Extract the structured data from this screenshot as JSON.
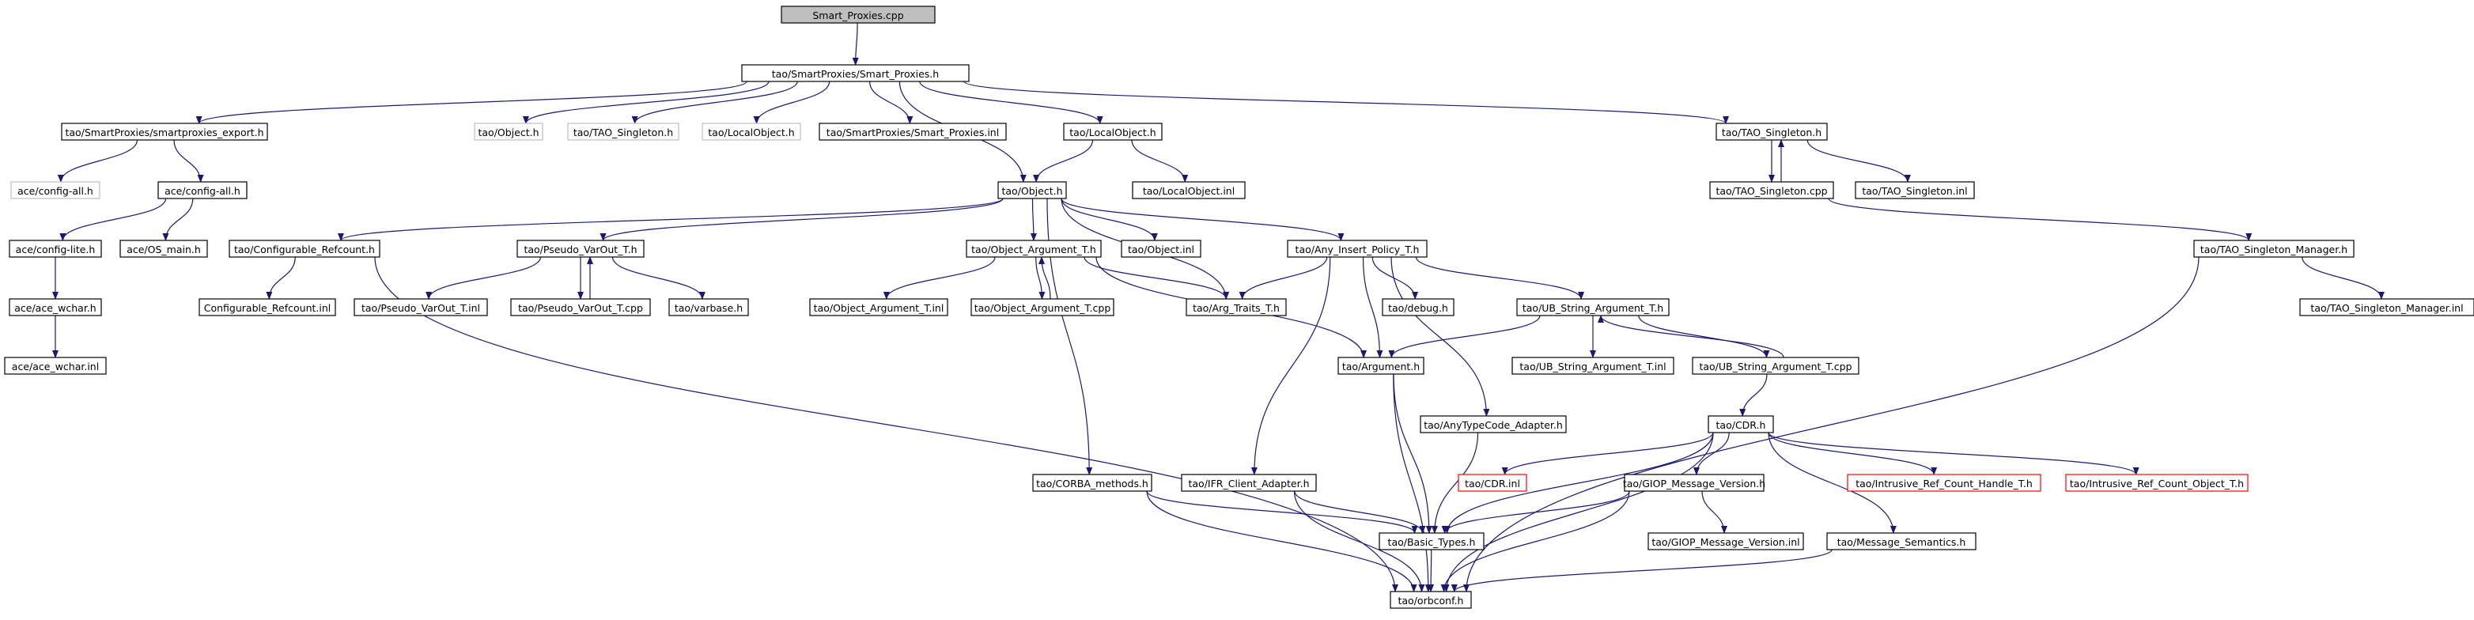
{
  "title": "Smart_Proxies.cpp",
  "colors": {
    "edge": "#191970",
    "root_fill": "#bfbfbf",
    "missing_border": "#bfbfbf",
    "external_border": "#ff0000",
    "node_border": "#000000"
  },
  "nodes": [
    {
      "id": "root",
      "label": "Smart_Proxies.cpp",
      "style": "root"
    },
    {
      "id": "sp_h",
      "label": "tao/SmartProxies/Smart_Proxies.h",
      "style": "normal"
    },
    {
      "id": "export",
      "label": "tao/SmartProxies/smartproxies_export.h",
      "style": "normal"
    },
    {
      "id": "obj_h_gray",
      "label": "tao/Object.h",
      "style": "ghost"
    },
    {
      "id": "taosing_gray",
      "label": "tao/TAO_Singleton.h",
      "style": "ghost"
    },
    {
      "id": "localobj_gray",
      "label": "tao/LocalObject.h",
      "style": "ghost"
    },
    {
      "id": "sp_inl",
      "label": "tao/SmartProxies/Smart_Proxies.inl",
      "style": "normal"
    },
    {
      "id": "localobj",
      "label": "tao/LocalObject.h",
      "style": "normal"
    },
    {
      "id": "taosing",
      "label": "tao/TAO_Singleton.h",
      "style": "normal"
    },
    {
      "id": "cfgall_gray",
      "label": "ace/config-all.h",
      "style": "ghost"
    },
    {
      "id": "cfgall",
      "label": "ace/config-all.h",
      "style": "normal"
    },
    {
      "id": "object",
      "label": "tao/Object.h",
      "style": "normal"
    },
    {
      "id": "localobj_inl",
      "label": "tao/LocalObject.inl",
      "style": "normal"
    },
    {
      "id": "taosing_cpp",
      "label": "tao/TAO_Singleton.cpp",
      "style": "normal"
    },
    {
      "id": "taosing_inl",
      "label": "tao/TAO_Singleton.inl",
      "style": "normal"
    },
    {
      "id": "cfglite",
      "label": "ace/config-lite.h",
      "style": "normal"
    },
    {
      "id": "osmain",
      "label": "ace/OS_main.h",
      "style": "normal"
    },
    {
      "id": "confref",
      "label": "tao/Configurable_Refcount.h",
      "style": "normal"
    },
    {
      "id": "pseudo",
      "label": "tao/Pseudo_VarOut_T.h",
      "style": "normal"
    },
    {
      "id": "objarg",
      "label": "tao/Object_Argument_T.h",
      "style": "normal"
    },
    {
      "id": "object_inl",
      "label": "tao/Object.inl",
      "style": "normal"
    },
    {
      "id": "anyins",
      "label": "tao/Any_Insert_Policy_T.h",
      "style": "normal"
    },
    {
      "id": "singmgr",
      "label": "tao/TAO_Singleton_Manager.h",
      "style": "normal"
    },
    {
      "id": "acewchar",
      "label": "ace/ace_wchar.h",
      "style": "normal"
    },
    {
      "id": "confref_inl",
      "label": "Configurable_Refcount.inl",
      "style": "normal"
    },
    {
      "id": "pseudo_inl",
      "label": "tao/Pseudo_VarOut_T.inl",
      "style": "normal"
    },
    {
      "id": "pseudo_cpp",
      "label": "tao/Pseudo_VarOut_T.cpp",
      "style": "normal"
    },
    {
      "id": "varbase",
      "label": "tao/varbase.h",
      "style": "normal"
    },
    {
      "id": "objarg_inl",
      "label": "tao/Object_Argument_T.inl",
      "style": "normal"
    },
    {
      "id": "objarg_cpp",
      "label": "tao/Object_Argument_T.cpp",
      "style": "normal"
    },
    {
      "id": "argtraits",
      "label": "tao/Arg_Traits_T.h",
      "style": "normal"
    },
    {
      "id": "debug",
      "label": "tao/debug.h",
      "style": "normal"
    },
    {
      "id": "ubstr",
      "label": "tao/UB_String_Argument_T.h",
      "style": "normal"
    },
    {
      "id": "singmgr_inl",
      "label": "tao/TAO_Singleton_Manager.inl",
      "style": "normal"
    },
    {
      "id": "acewchar_inl",
      "label": "ace/ace_wchar.inl",
      "style": "normal"
    },
    {
      "id": "argument",
      "label": "tao/Argument.h",
      "style": "normal"
    },
    {
      "id": "ubstr_inl",
      "label": "tao/UB_String_Argument_T.inl",
      "style": "normal"
    },
    {
      "id": "ubstr_cpp",
      "label": "tao/UB_String_Argument_T.cpp",
      "style": "normal"
    },
    {
      "id": "anytc",
      "label": "tao/AnyTypeCode_Adapter.h",
      "style": "normal"
    },
    {
      "id": "cdr",
      "label": "tao/CDR.h",
      "style": "normal"
    },
    {
      "id": "corbam",
      "label": "tao/CORBA_methods.h",
      "style": "normal"
    },
    {
      "id": "ifr",
      "label": "tao/IFR_Client_Adapter.h",
      "style": "normal"
    },
    {
      "id": "cdr_inl",
      "label": "tao/CDR.inl",
      "style": "red"
    },
    {
      "id": "giop",
      "label": "tao/GIOP_Message_Version.h",
      "style": "normal"
    },
    {
      "id": "intrh",
      "label": "tao/Intrusive_Ref_Count_Handle_T.h",
      "style": "red"
    },
    {
      "id": "intro",
      "label": "tao/Intrusive_Ref_Count_Object_T.h",
      "style": "red"
    },
    {
      "id": "basic",
      "label": "tao/Basic_Types.h",
      "style": "normal"
    },
    {
      "id": "giop_inl",
      "label": "tao/GIOP_Message_Version.inl",
      "style": "normal"
    },
    {
      "id": "msgsem",
      "label": "tao/Message_Semantics.h",
      "style": "normal"
    },
    {
      "id": "orbconf",
      "label": "tao/orbconf.h",
      "style": "normal"
    }
  ]
}
